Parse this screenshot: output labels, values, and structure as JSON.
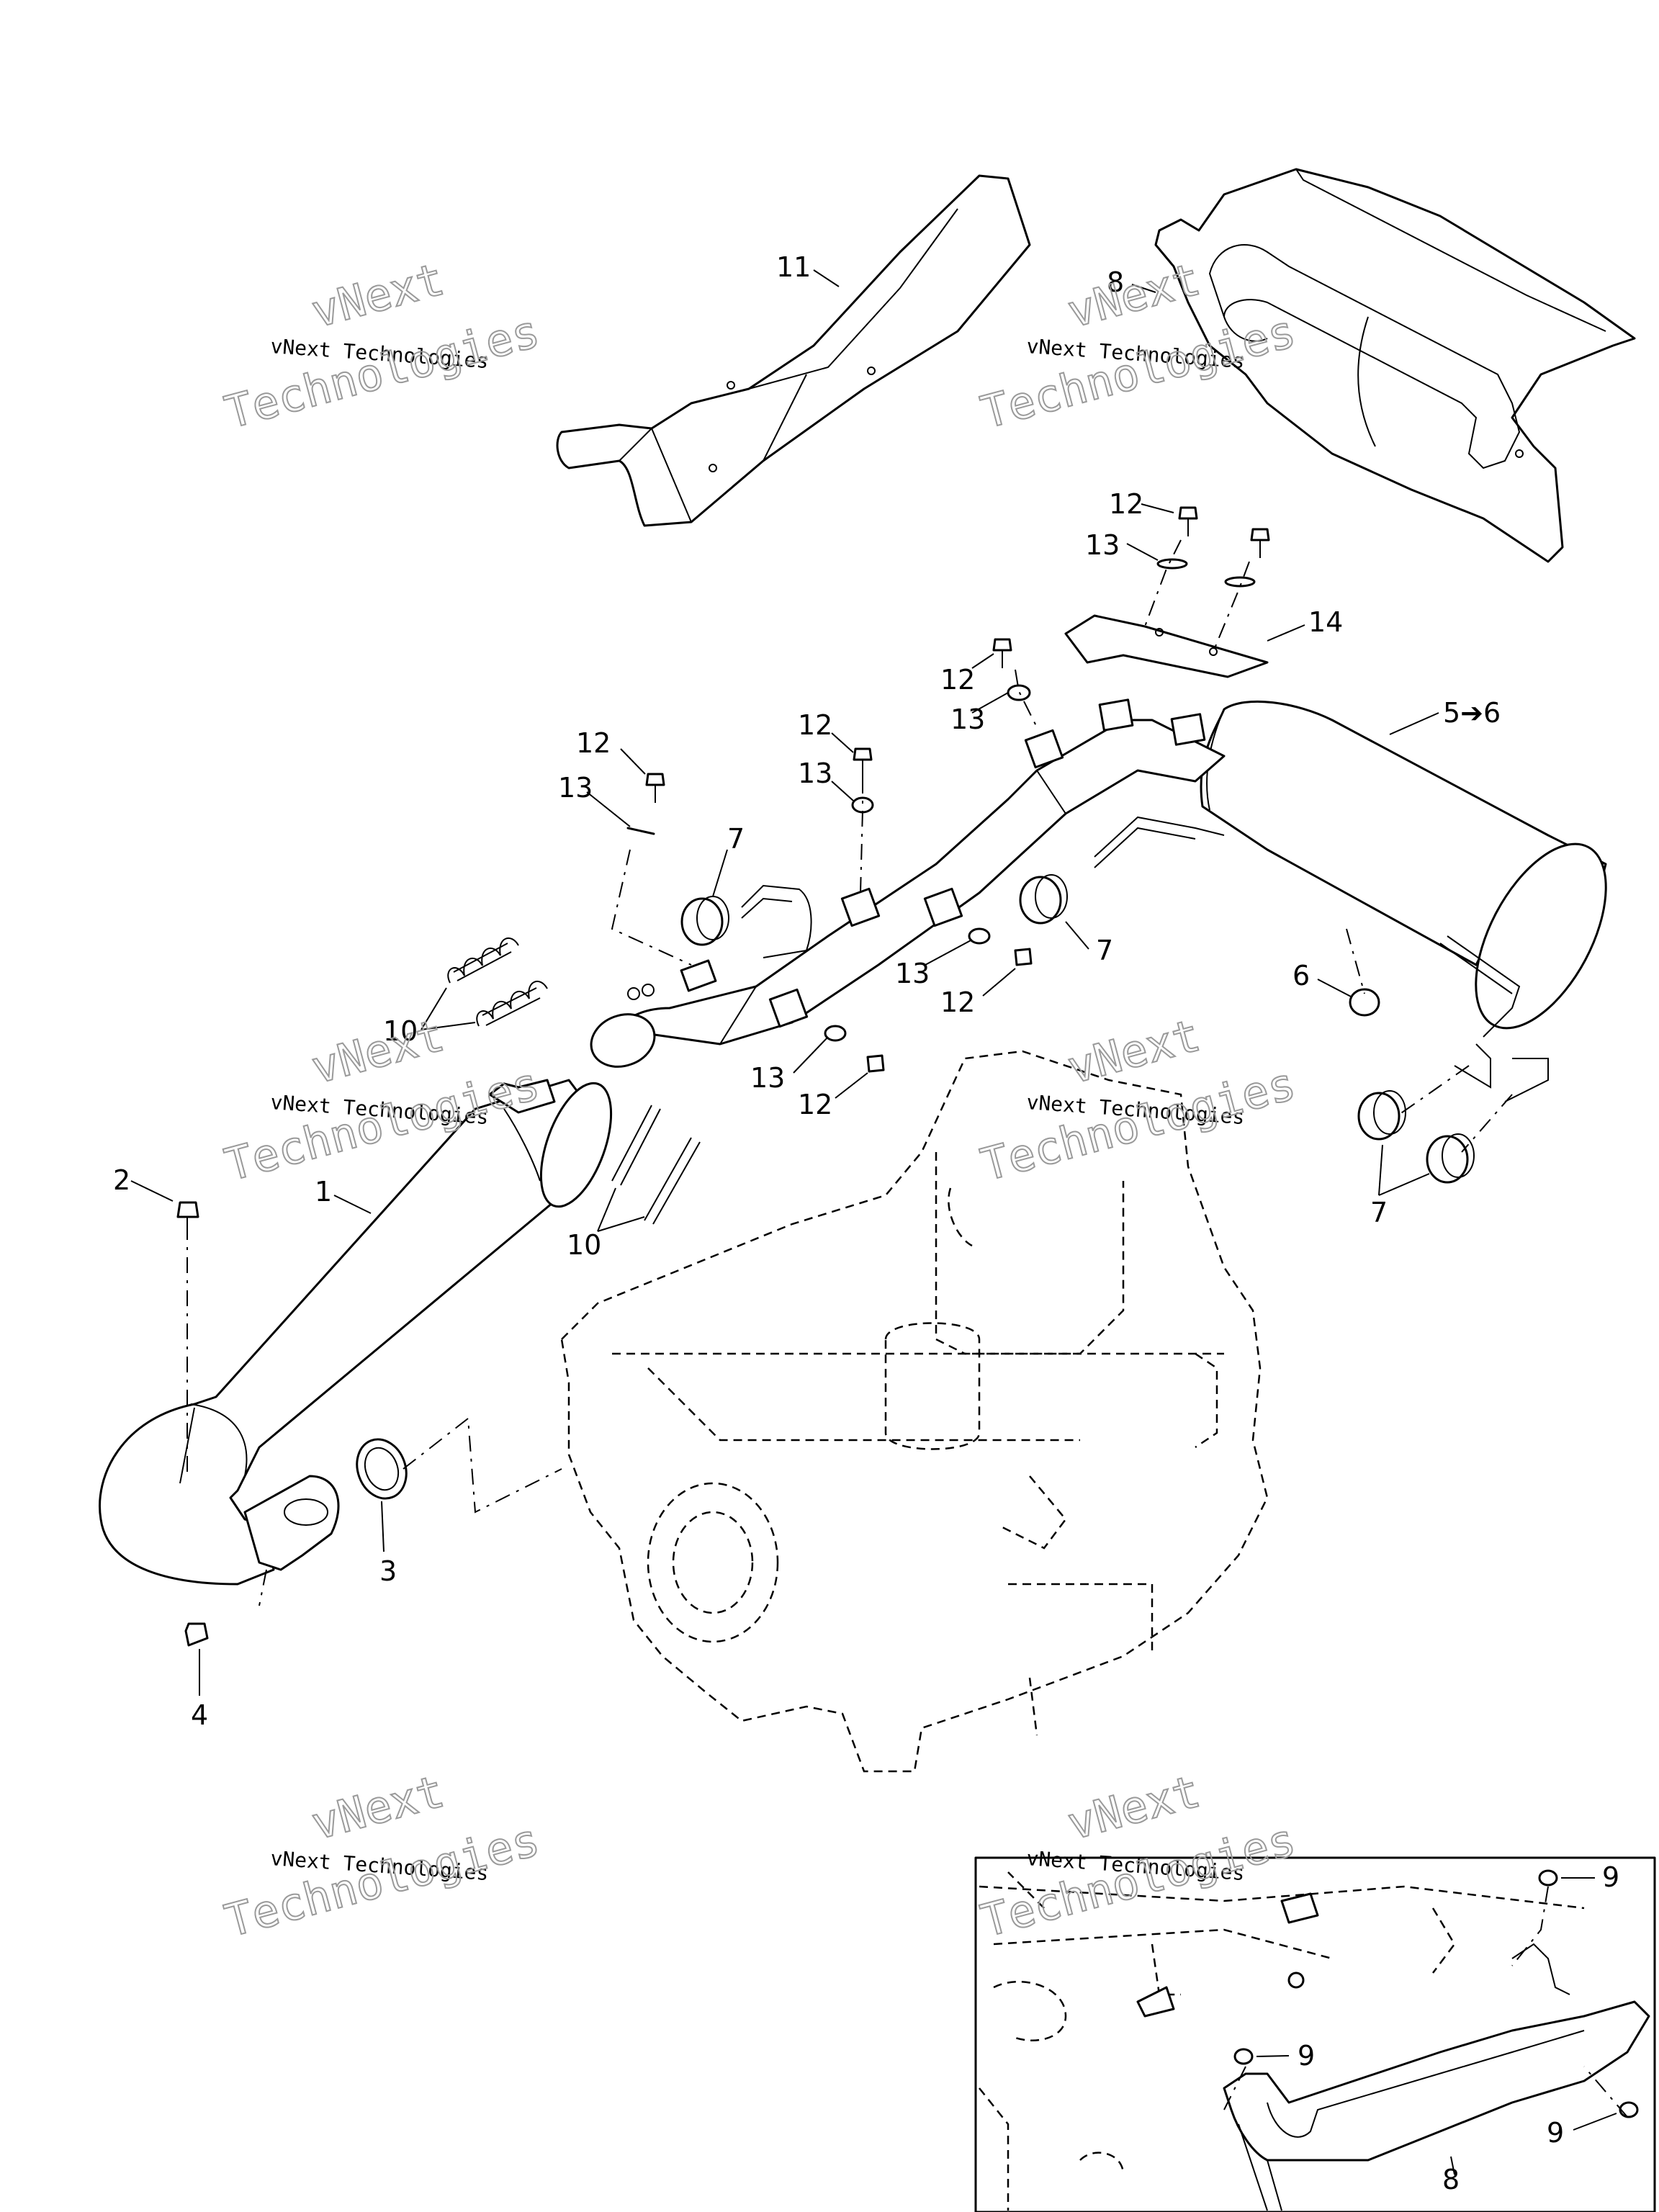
{
  "callouts": {
    "c1": "1",
    "c2": "2",
    "c3": "3",
    "c4": "4",
    "c5": "5➔6",
    "c6": "6",
    "c7a": "7",
    "c7b": "7",
    "c7c": "7",
    "c8a": "8",
    "c8b": "8",
    "c9a": "9",
    "c9b": "9",
    "c9c": "9",
    "c10a": "10",
    "c10b": "10",
    "c11": "11",
    "c12a": "12",
    "c12b": "12",
    "c12c": "12",
    "c12d": "12",
    "c12e": "12",
    "c12f": "12",
    "c13a": "13",
    "c13b": "13",
    "c13c": "13",
    "c13d": "13",
    "c13e": "13",
    "c13f": "13",
    "c14": "14"
  },
  "watermark": {
    "line1": "vNext",
    "line2": "vNext Technologies",
    "line3": "Technologies"
  }
}
